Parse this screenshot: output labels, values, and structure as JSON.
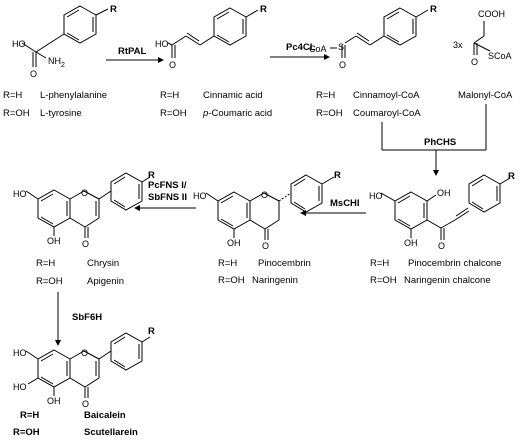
{
  "colors": {
    "blue": "#1a1aff",
    "red": "#e01010",
    "black": "#000000"
  },
  "atoms": {
    "R": "R",
    "OH": "OH",
    "HO": "HO",
    "O": "O",
    "NH2": "NH",
    "NH2_sub": "2",
    "S": "S",
    "SCoA": "SCoA",
    "CoA": "CoA",
    "COOH": "COOH",
    "threex": "3x"
  },
  "enzymes": {
    "rtpal": "RtPAL",
    "pc4cl": "Pc4CL",
    "phchs": "PhCHS",
    "mschi": "MsCHI",
    "fns_line1": "PcFNS I/",
    "fns_line2": "SbFNS II",
    "sbf6h": "SbF6H"
  },
  "labels": {
    "phe": {
      "r1": "R=H",
      "n1": "L-phenylalanine",
      "r2": "R=OH",
      "n2": "L-tyrosine"
    },
    "cin": {
      "r1": "R=H",
      "n1": "Cinnamic acid",
      "r2": "R=OH",
      "n2_italic": "p",
      "n2_rest": "-Coumaric acid"
    },
    "coa": {
      "r1": "R=H",
      "n1": "Cinnamoyl-CoA",
      "r2": "R=OH",
      "n2": "Coumaroyl-CoA"
    },
    "mal": {
      "n1": "Malonyl-CoA"
    },
    "chal": {
      "r1": "R=H",
      "n1": "Pinocembrin chalcone",
      "r2": "R=OH",
      "n2": "Naringenin chalcone"
    },
    "pino": {
      "r1": "R=H",
      "n1": "Pinocembrin",
      "r2": "R=OH",
      "n2": "Naringenin"
    },
    "chry": {
      "r1": "R=H",
      "n1": "Chrysin",
      "r2": "R=OH",
      "n2": "Apigenin"
    },
    "baic": {
      "r1": "R=H",
      "n1": "Baicalein",
      "r2": "R=OH",
      "n2": "Scutellarein"
    }
  }
}
